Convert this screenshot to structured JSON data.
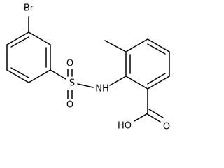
{
  "molecule": {
    "atoms": {
      "bromine": "Br",
      "sulfur": "S",
      "oxygen_top": "O",
      "oxygen_bottom": "O",
      "amine": "NH",
      "hydroxyl": "HO",
      "carbonyl_oxygen": "O"
    }
  }
}
